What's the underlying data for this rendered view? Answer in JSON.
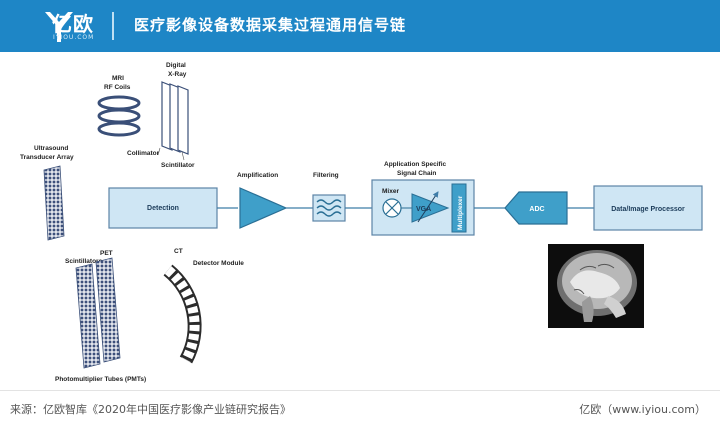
{
  "header": {
    "logo_text": "亿欧",
    "logo_sub": "IYIOU.COM",
    "title": "医疗影像设备数据采集过程通用信号链"
  },
  "diagram": {
    "mri_label_1": "MRI",
    "mri_label_2": "RF Coils",
    "xray_label_1": "Digital",
    "xray_label_2": "X-Ray",
    "collimator": "Collimator",
    "scintillator": "Scintillator",
    "ultrasound_1": "Ultrasound",
    "ultrasound_2": "Transducer Array",
    "detection": "Detection",
    "amplification": "Amplification",
    "filtering": "Filtering",
    "asic_1": "Application Specific",
    "asic_2": "Signal Chain",
    "mixer": "Mixer",
    "vga": "VGA",
    "multiplexer": "Multiplexer",
    "adc": "ADC",
    "processor": "Data/Image Processor",
    "pet_1": "PET",
    "pet_2": "Scintillators",
    "ct": "CT",
    "detector_module": "Detector Module",
    "pmts": "Photomultiplier Tubes (PMTs)"
  },
  "footer": {
    "source": "来源：亿欧智库《2020年中国医疗影像产业链研究报告》",
    "credit": "亿欧（www.iyiou.com）"
  },
  "colors": {
    "header_bg": "#1e86c6",
    "block_fill": "#cfe6f4",
    "block_stroke": "#5c84a6",
    "amp_fill": "#3f9fc9"
  }
}
